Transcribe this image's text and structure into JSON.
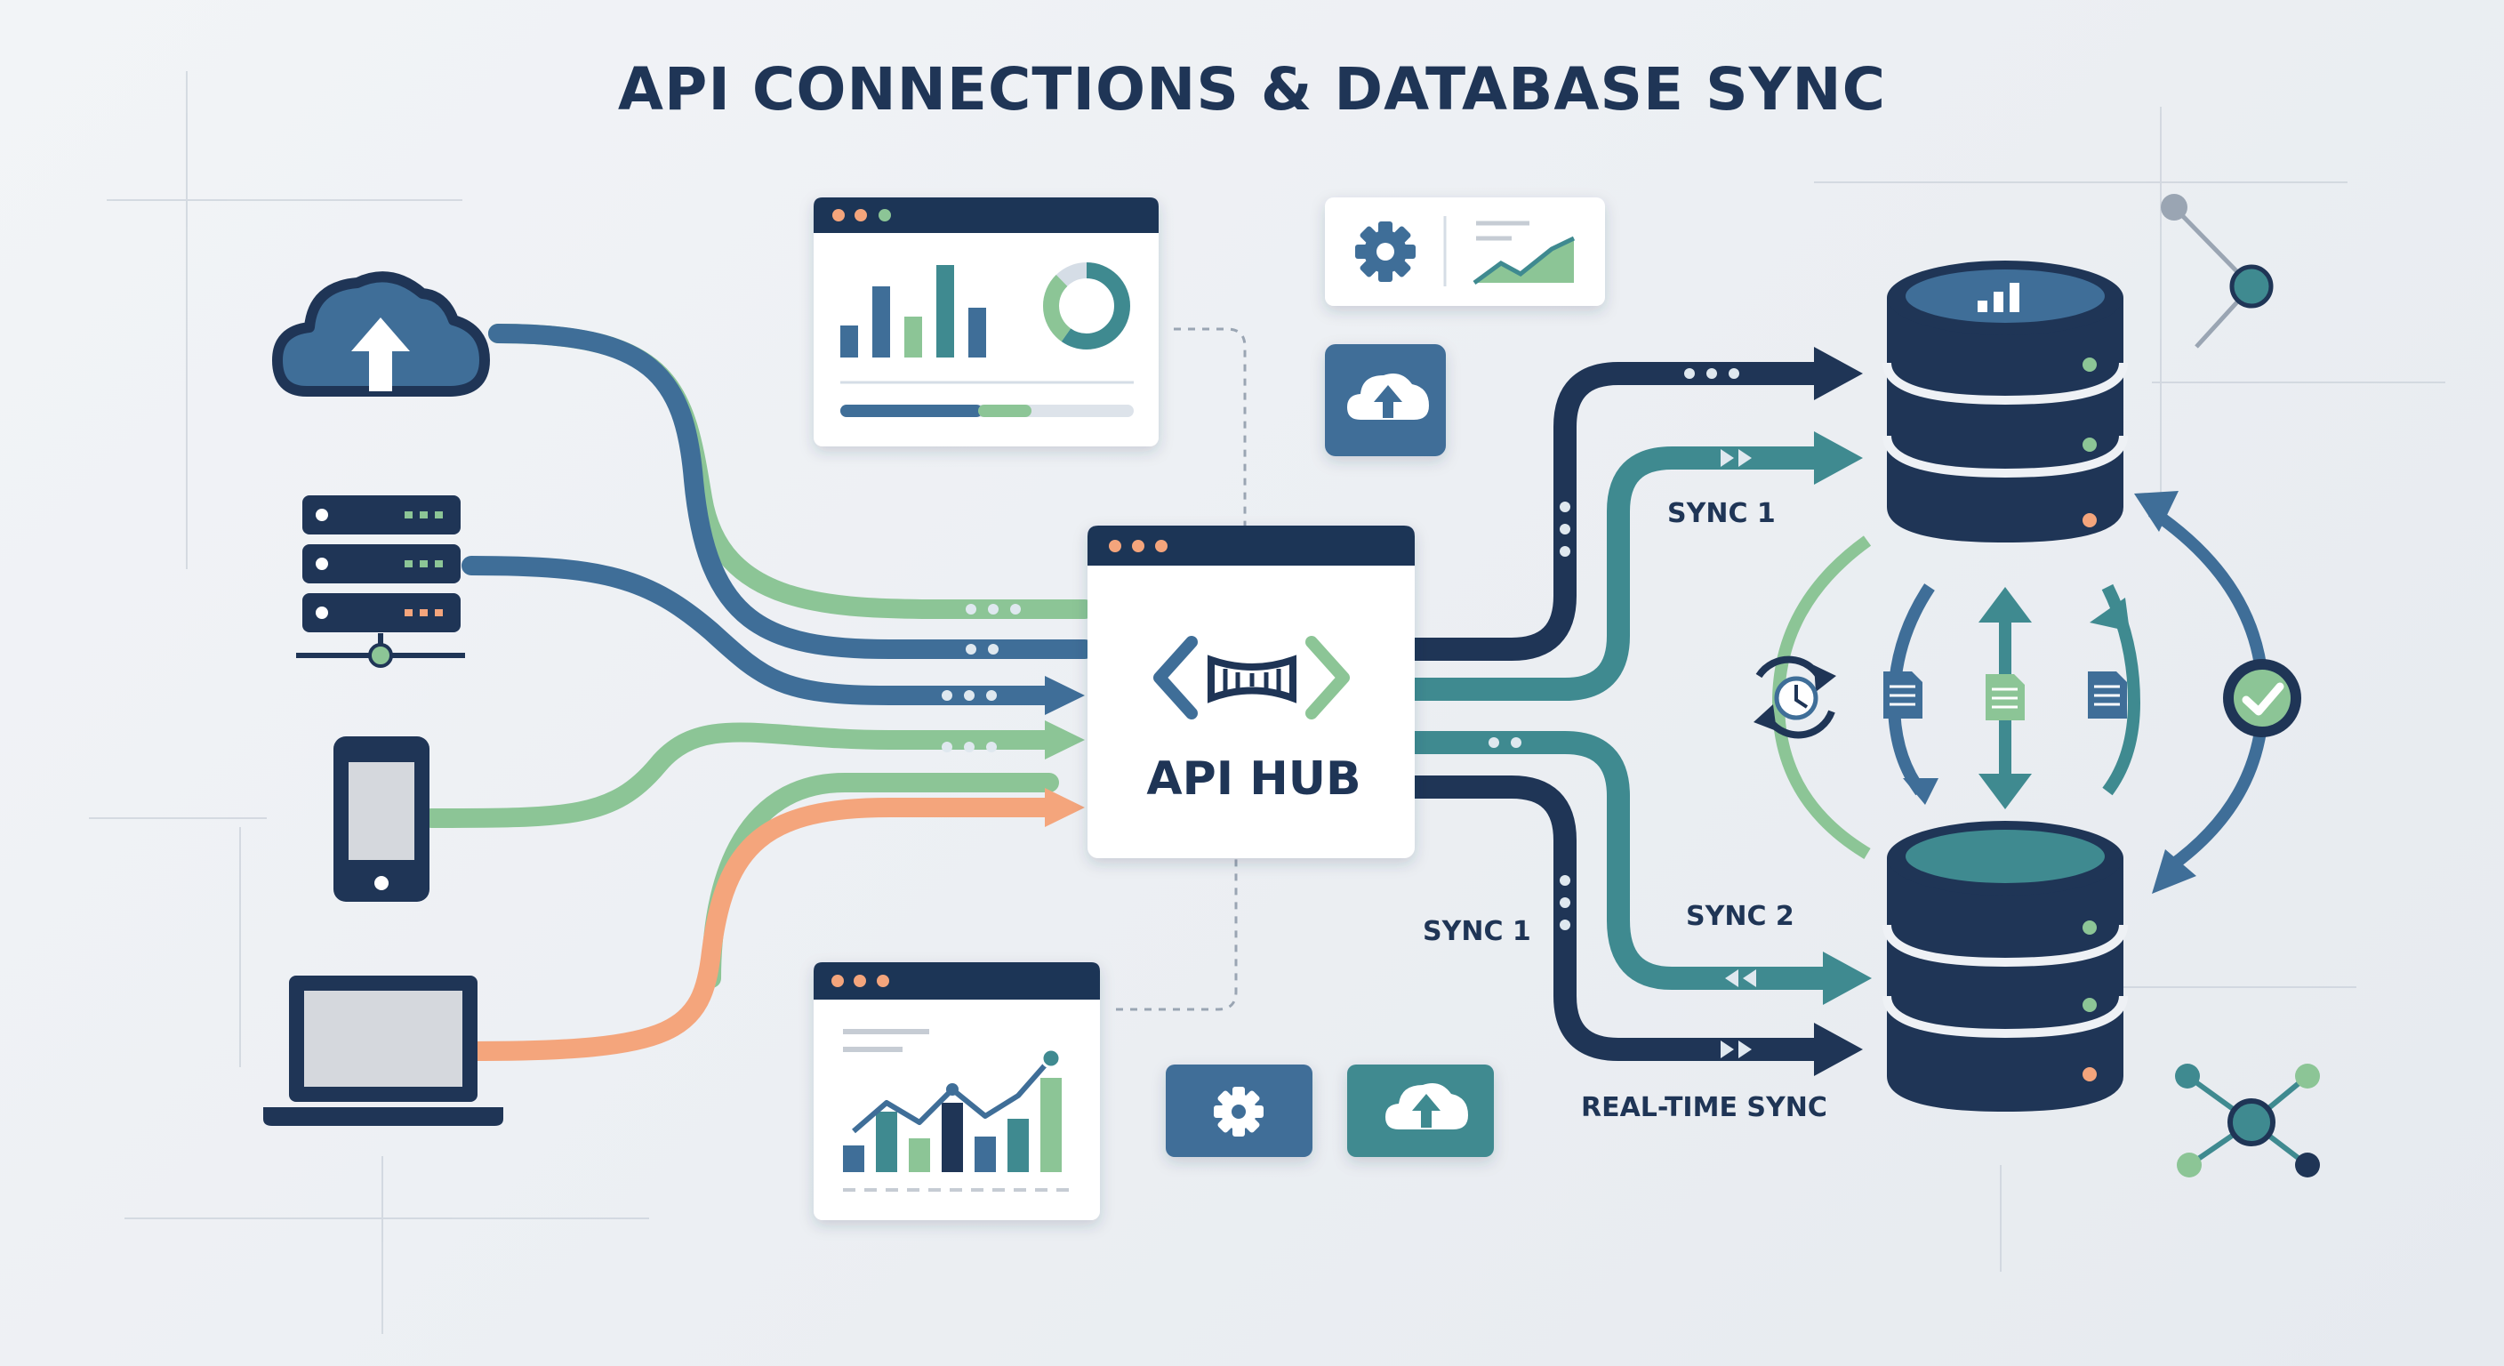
{
  "title": "API CONNECTIONS & DATABASE SYNC",
  "hub": {
    "label": "API HUB",
    "code_glyph": "</>"
  },
  "sync_labels": {
    "upper_db": "SYNC 1",
    "lower_left": "SYNC 1",
    "lower_right": "SYNC 2",
    "realtime": "REAL-TIME SYNC"
  },
  "sources": [
    "cloud-upload-icon",
    "server-rack-icon",
    "smartphone-icon",
    "laptop-icon"
  ],
  "colors": {
    "navy": "#1f3556",
    "blue": "#3f6e98",
    "teal": "#3f8a90",
    "green": "#8cc596",
    "orange": "#f4a57c",
    "panel": "#ffffff"
  }
}
